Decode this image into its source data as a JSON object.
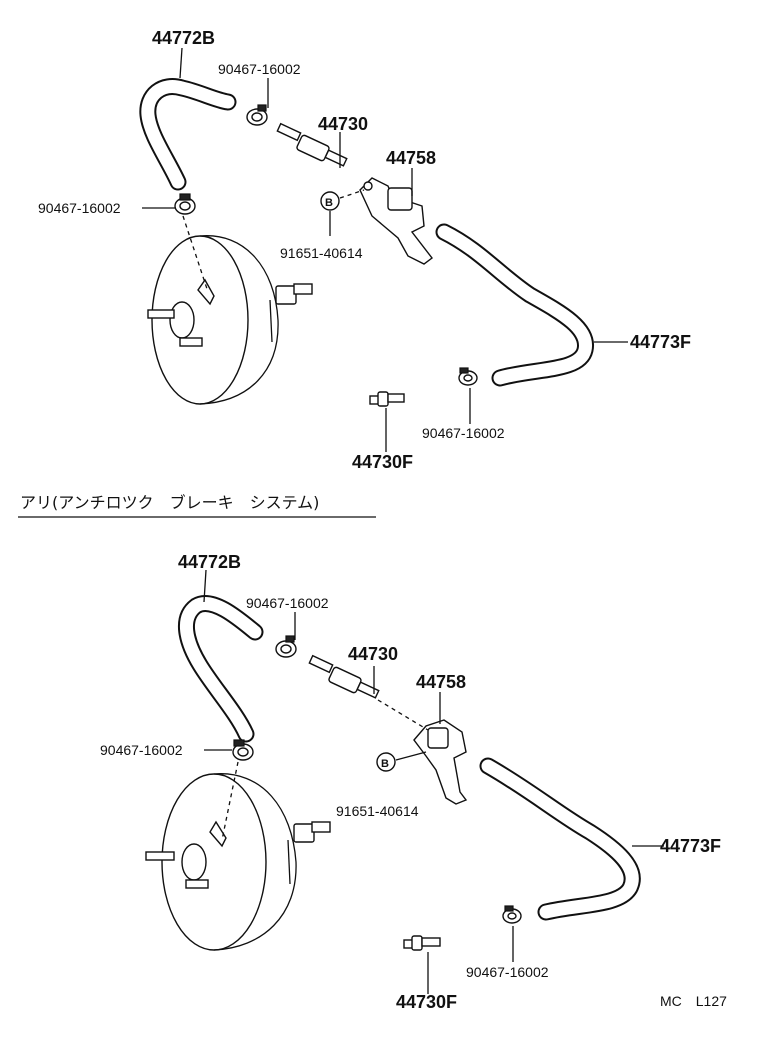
{
  "top": {
    "labels": {
      "hose_upper": "44772B",
      "clamp_top": "90467-16002",
      "check_valve": "44730",
      "bracket": "44758",
      "clamp_left": "90467-16002",
      "bolt_mark": "B",
      "bolt": "91651-40614",
      "hose_lower": "44773F",
      "clamp_lower": "90467-16002",
      "union": "44730F"
    }
  },
  "section_heading": "アリ(アンチロツク　ブレーキ　システム)",
  "bottom": {
    "labels": {
      "hose_upper": "44772B",
      "clamp_top": "90467-16002",
      "check_valve": "44730",
      "bracket": "44758",
      "clamp_left": "90467-16002",
      "bolt_mark": "B",
      "bolt": "91651-40614",
      "hose_lower": "44773F",
      "clamp_lower": "90467-16002",
      "union": "44730F"
    }
  },
  "footer_code": "MC　L127"
}
